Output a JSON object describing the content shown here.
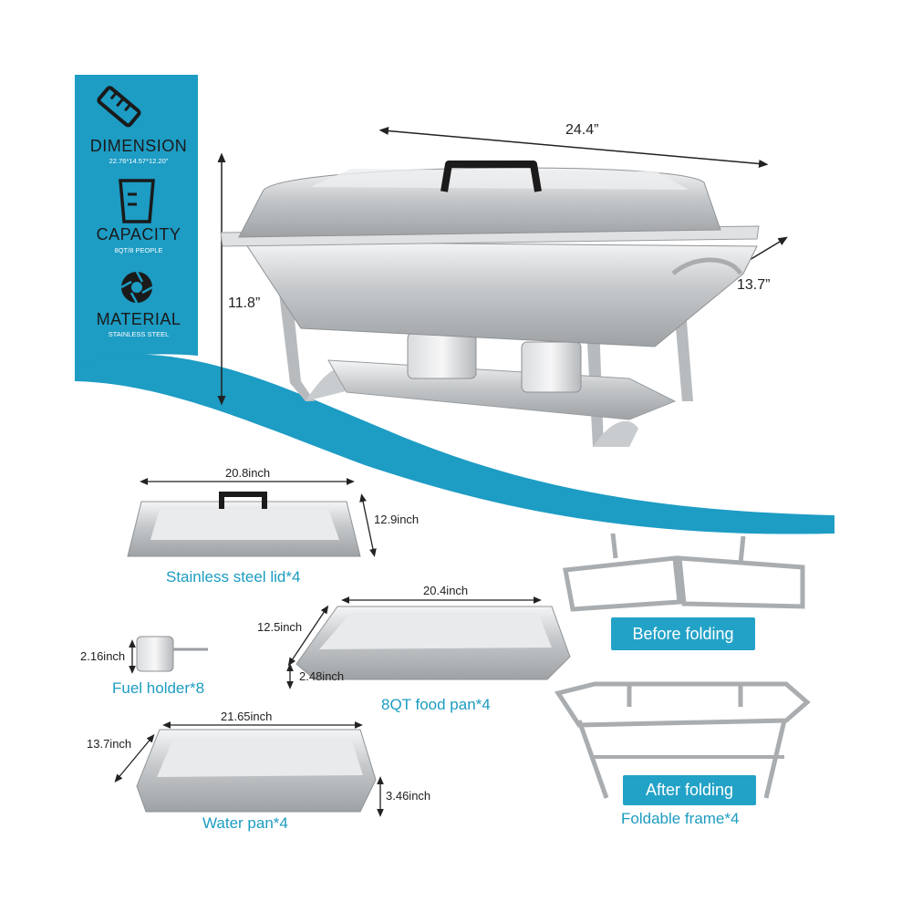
{
  "colors": {
    "accent": "#1d9cc4",
    "label": "#1c9cc0",
    "steel": "#c9ccce"
  },
  "specs": [
    {
      "icon": "ruler-icon",
      "title": "DIMENSION",
      "subtitle": "22.76*14.57*12.20\""
    },
    {
      "icon": "measuring-cup-icon",
      "title": "CAPACITY",
      "subtitle": "8QT/8 PEOPLE"
    },
    {
      "icon": "aperture-icon",
      "title": "MATERIAL",
      "subtitle": "STAINLESS STEEL"
    }
  ],
  "main": {
    "width": "24.4”",
    "depth": "13.7”",
    "height": "11.8”"
  },
  "parts": {
    "lid": {
      "width": "20.8inch",
      "depth": "12.9inch",
      "caption": "Stainless steel lid*4"
    },
    "food_pan": {
      "width": "20.4inch",
      "depth": "12.5inch",
      "height": "2.48inch",
      "caption": "8QT food pan*4"
    },
    "fuel": {
      "height": "2.16inch",
      "caption": "Fuel holder*8"
    },
    "water_pan": {
      "width": "21.65inch",
      "depth": "13.7inch",
      "height": "3.46inch",
      "caption": "Water pan*4"
    },
    "frame": {
      "before": "Before folding",
      "after": "After folding",
      "caption": "Foldable frame*4"
    }
  }
}
